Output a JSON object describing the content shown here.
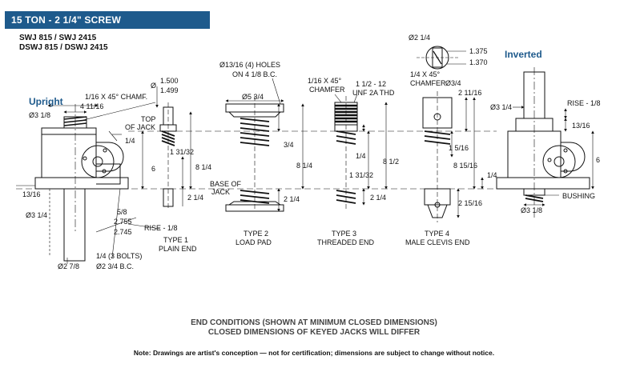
{
  "header": {
    "title": "15 TON - 2 1/4\" SCREW"
  },
  "models": {
    "line1": "SWJ 815 / SWJ 2415",
    "line2": "DSWJ 815 / DSWJ 2415"
  },
  "views": {
    "upright": "Upright",
    "inverted": "Inverted"
  },
  "labels": {
    "dia_3_1_8_top": "Ø3 1/8",
    "dim_4_11_16": "4 11/16",
    "chamf_1_16": "1/16 X 45° CHAMF.",
    "dia_1500": "1.500",
    "dia_1499": "1.499",
    "dia_sym": "Ø",
    "top_of_jack_1": "TOP",
    "top_of_jack_2": "OF JACK",
    "dim_1_4_a": "1/4",
    "dim_1_31_32_a": "1 31/32",
    "dim_6_left": "6",
    "dim_8_1_4_a": "8 1/4",
    "dim_13_16_left": "13/16",
    "base_of_jack_1": "BASE OF",
    "base_of_jack_2": "JACK",
    "dim_2_1_4_a": "2 1/4",
    "dia_3_1_4_left": "Ø3 1/4",
    "dim_5_8": "5/8",
    "dim_2755": "2.755",
    "dim_2745": "2.745",
    "rise_1_8_left": "RISE - 1/8",
    "bolts": "1/4 (3 BOLTS)",
    "dia_2_7_8": "Ø2 7/8",
    "dia_2_3_4_bc": "Ø2 3/4 B.C.",
    "type1_a": "TYPE 1",
    "type1_b": "PLAIN END",
    "holes_1": "Ø13/16 (4) HOLES",
    "holes_2": "ON 4 1/8 B.C.",
    "dia_5_3_4": "Ø5 3/4",
    "dim_3_4": "3/4",
    "dim_8_1_4_b": "8 1/4",
    "dim_2_1_4_b": "2 1/4",
    "type2_a": "TYPE 2",
    "type2_b": "LOAD PAD",
    "chamfer3_1": "1/16 X 45°",
    "chamfer3_2": "CHAMFER",
    "thd_1": "1 1/2 - 12",
    "thd_2": "UNF 2A THD",
    "dim_1_4_b": "1/4",
    "dim_8_1_2": "8 1/2",
    "dim_1_31_32_b": "1 31/32",
    "dim_2_1_4_c": "2 1/4",
    "type3_a": "TYPE 3",
    "type3_b": "THREADED END",
    "dia_2_1_4": "Ø2 1/4",
    "dim_1375": "1.375",
    "dim_1370": "1.370",
    "chamfer4_1": "1/4 X 45°",
    "chamfer4_2": "CHAMFER",
    "dia_3_4": "Ø3/4",
    "dim_2_11_16": "2 11/16",
    "dim_1_5_16": "1 5/16",
    "dim_8_15_16": "8 15/16",
    "dim_2_15_16": "2 15/16",
    "type4_a": "TYPE 4",
    "type4_b": "MALE CLEVIS END",
    "dia_3_1_4_right": "Ø3 1/4",
    "rise_1_8_right": "RISE - 1/8",
    "dim_13_16_right": "13/16",
    "dim_6_right": "6",
    "dim_1_4_right": "1/4",
    "bushing": "BUSHING",
    "dia_3_1_8_bottom": "Ø3 1/8"
  },
  "caption": {
    "line1": "END CONDITIONS (SHOWN AT MINIMUM CLOSED DIMENSIONS)",
    "line2": "CLOSED DIMENSIONS OF KEYED JACKS WILL DIFFER"
  },
  "note": "Note: Drawings are artist's conception — not for certification; dimensions are subject to change without notice.",
  "colors": {
    "header_bg": "#1e5a8c",
    "header_text": "#ffffff",
    "view_label": "#1e5a8c",
    "line": "#111111"
  }
}
